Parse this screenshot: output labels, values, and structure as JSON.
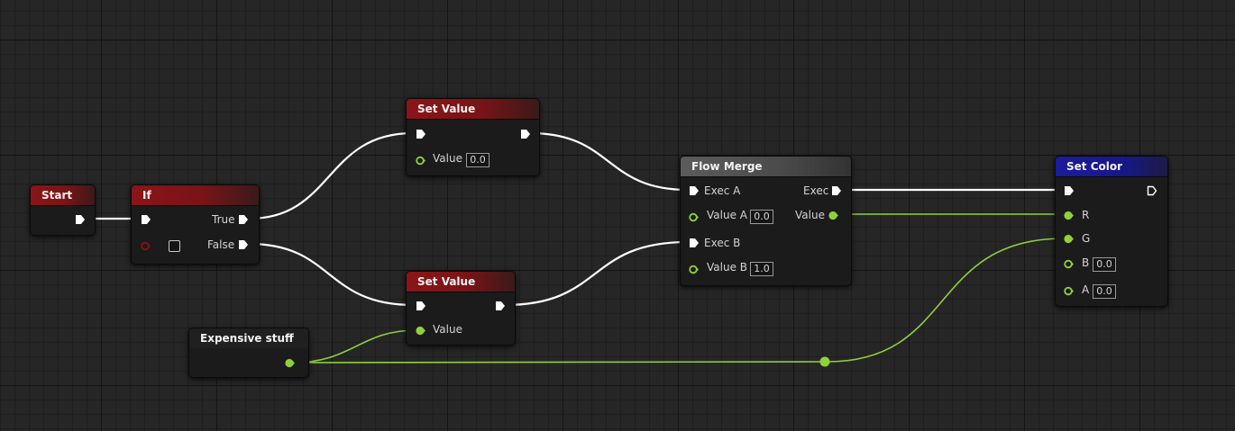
{
  "nodes": {
    "start": {
      "title": "Start"
    },
    "if": {
      "title": "If",
      "true_label": "True",
      "false_label": "False"
    },
    "set_value_1": {
      "title": "Set Value",
      "value_label": "Value",
      "value": "0.0"
    },
    "set_value_2": {
      "title": "Set Value",
      "value_label": "Value"
    },
    "expensive": {
      "title": "Expensive stuff"
    },
    "flow_merge": {
      "title": "Flow Merge",
      "exec_a": "Exec A",
      "exec_b": "Exec B",
      "exec_out": "Exec",
      "value_a_label": "Value A",
      "value_a": "0.0",
      "value_b_label": "Value B",
      "value_b": "1.0",
      "value_out": "Value"
    },
    "set_color": {
      "title": "Set Color",
      "r_label": "R",
      "g_label": "G",
      "b_label": "B",
      "b_value": "0.0",
      "a_label": "A",
      "a_value": "0.0"
    }
  },
  "colors": {
    "exec_wire": "#ffffff",
    "data_wire": "#8fd13a",
    "bool_pin": "#8b1010",
    "header_red": "#8a1518",
    "header_gray": "#5c5c5c",
    "header_blue": "#1c1c9a",
    "background": "#262626"
  },
  "icons": {
    "exec_pin": "exec-pin-icon",
    "data_pin": "data-pin-icon",
    "bool_pin": "bool-pin-icon",
    "reroute": "reroute-knot-icon"
  }
}
